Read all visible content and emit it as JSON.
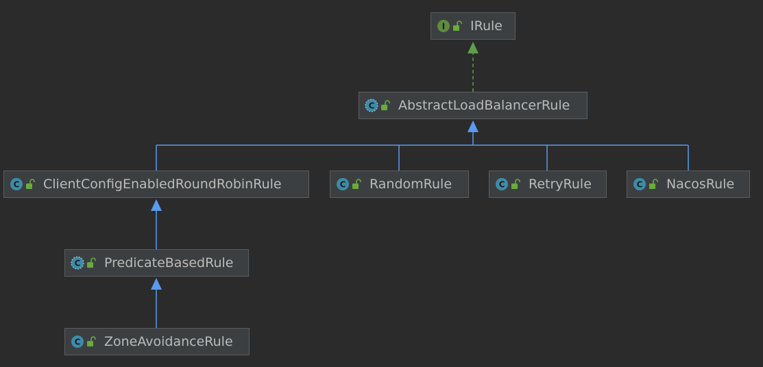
{
  "diagram": {
    "title": "",
    "colors": {
      "background": "#2b2b2b",
      "node_fill": "#3c3f41",
      "node_border": "#5d5d5d",
      "text": "#bbbbbb",
      "class_icon": "#3d8ca8",
      "interface_icon": "#5e8b3e",
      "lock_icon": "#6aab3c",
      "extends_edge": "#5a9bef",
      "implements_edge": "#5e9e4b"
    },
    "nodes": [
      {
        "id": "irule",
        "label": "IRule",
        "kind": "interface",
        "icon": "interface-icon"
      },
      {
        "id": "alb",
        "label": "AbstractLoadBalancerRule",
        "kind": "abstract-class",
        "icon": "abstract-class-icon"
      },
      {
        "id": "ccer",
        "label": "ClientConfigEnabledRoundRobinRule",
        "kind": "class",
        "icon": "class-icon"
      },
      {
        "id": "random",
        "label": "RandomRule",
        "kind": "class",
        "icon": "class-icon"
      },
      {
        "id": "retry",
        "label": "RetryRule",
        "kind": "class",
        "icon": "class-icon"
      },
      {
        "id": "nacos",
        "label": "NacosRule",
        "kind": "class",
        "icon": "class-icon"
      },
      {
        "id": "pbr",
        "label": "PredicateBasedRule",
        "kind": "abstract-class",
        "icon": "abstract-class-icon"
      },
      {
        "id": "zar",
        "label": "ZoneAvoidanceRule",
        "kind": "class",
        "icon": "class-icon"
      }
    ],
    "edges": [
      {
        "from": "alb",
        "to": "irule",
        "type": "implements"
      },
      {
        "from": "ccer",
        "to": "alb",
        "type": "extends"
      },
      {
        "from": "random",
        "to": "alb",
        "type": "extends"
      },
      {
        "from": "retry",
        "to": "alb",
        "type": "extends"
      },
      {
        "from": "nacos",
        "to": "alb",
        "type": "extends"
      },
      {
        "from": "pbr",
        "to": "ccer",
        "type": "extends"
      },
      {
        "from": "zar",
        "to": "pbr",
        "type": "extends"
      }
    ]
  }
}
